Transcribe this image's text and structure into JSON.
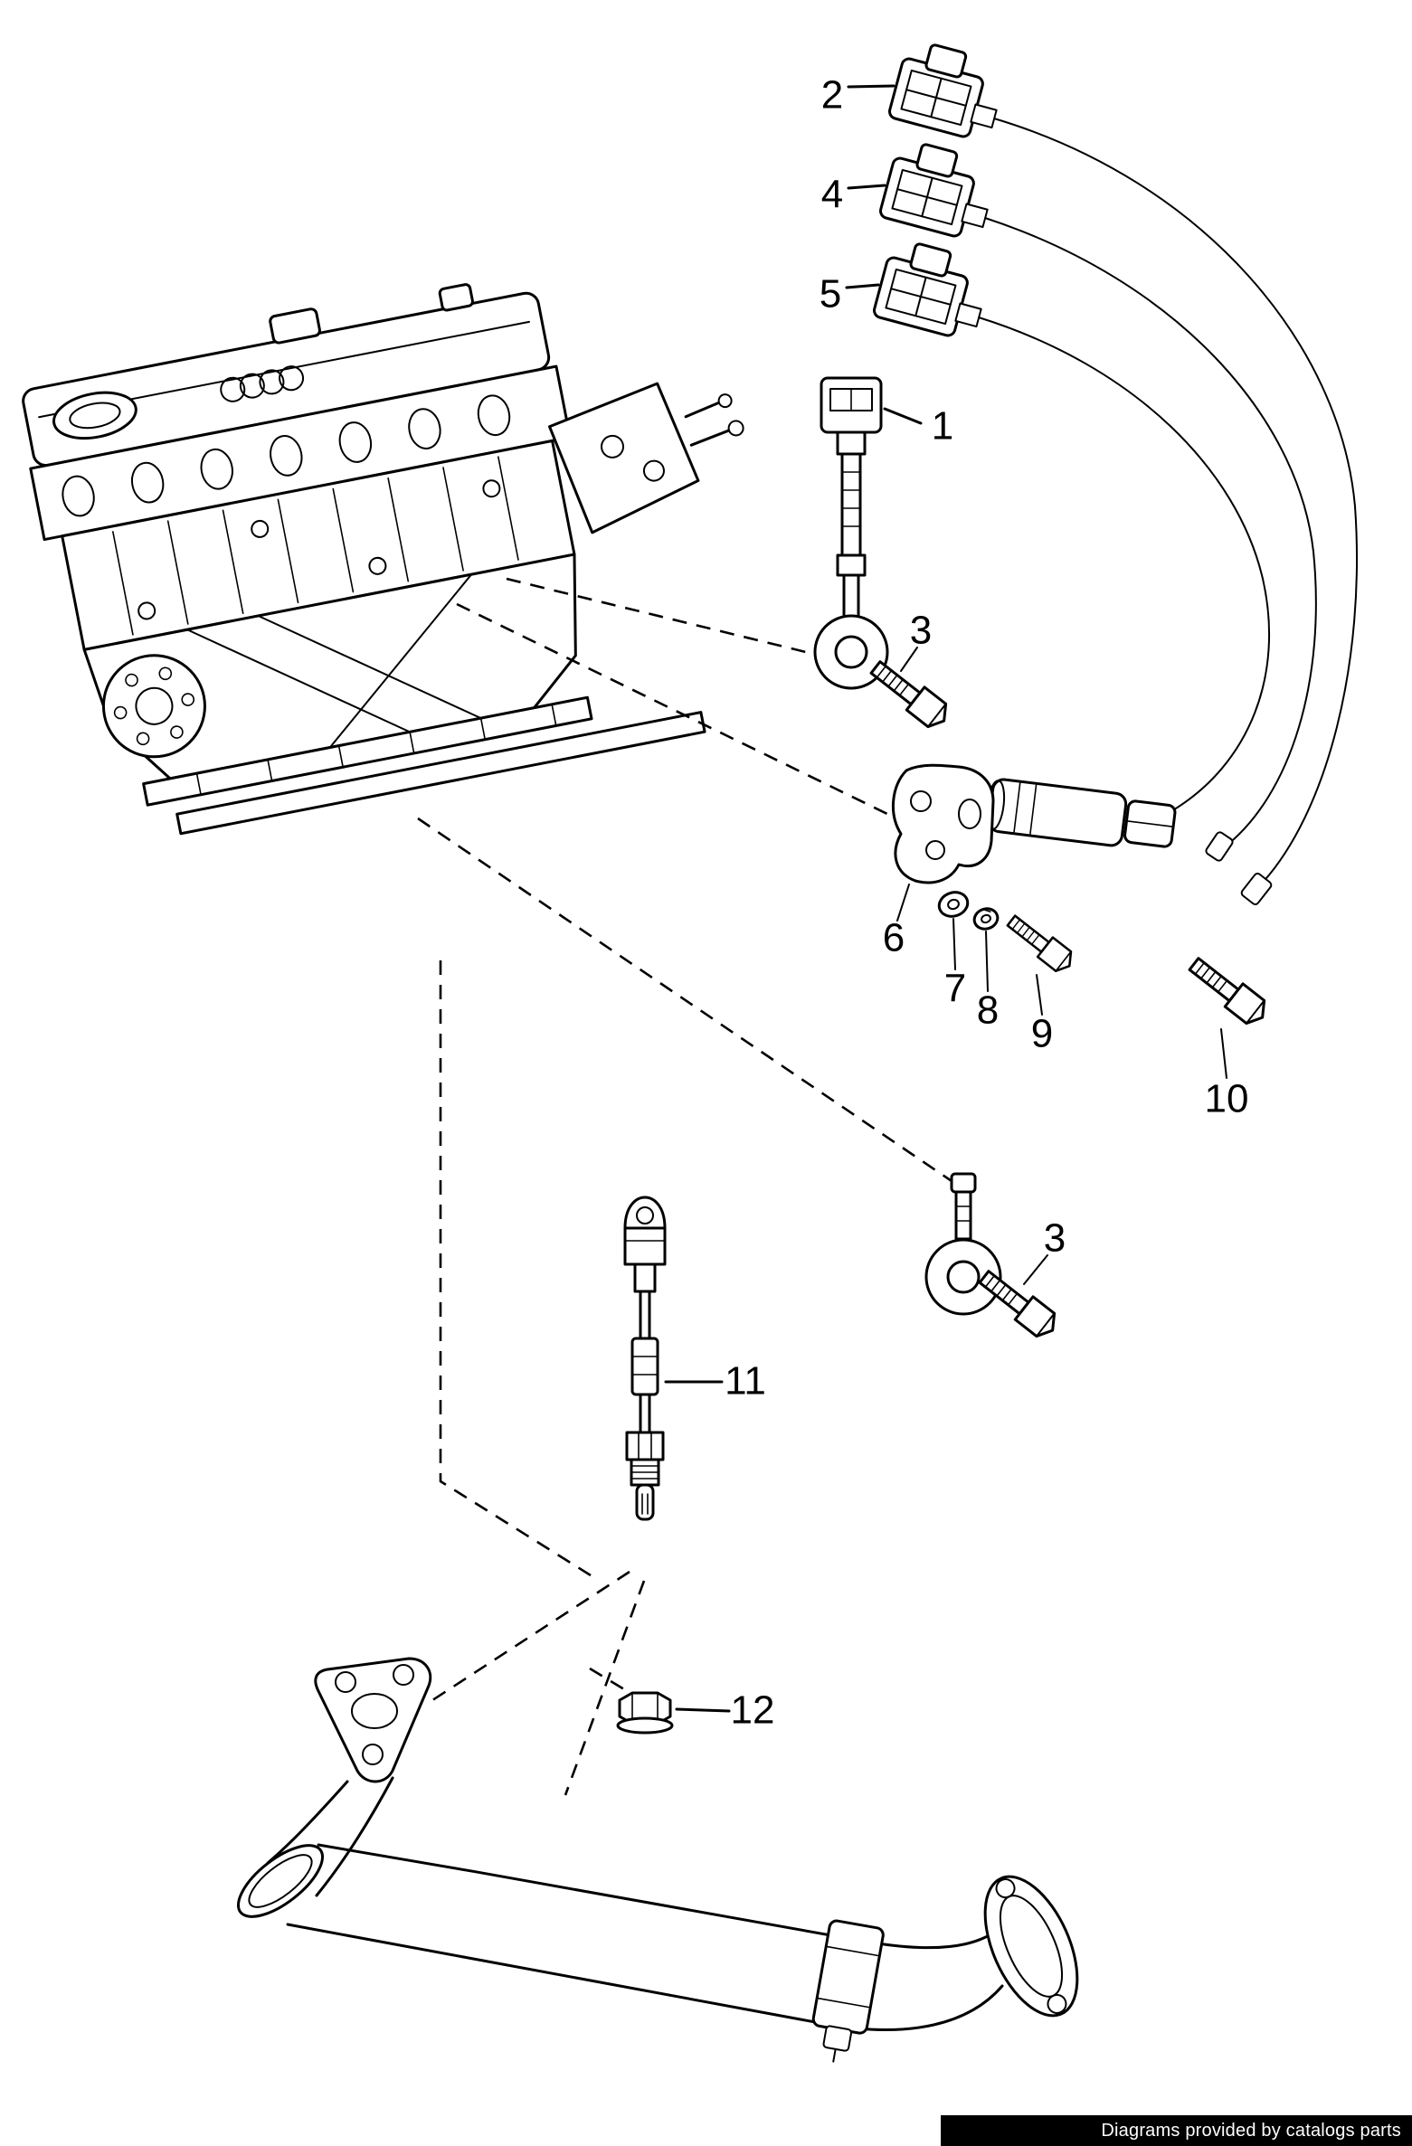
{
  "colors": {
    "ink": "#000000",
    "paper": "#ffffff",
    "watermark_bg": "#000000",
    "watermark_fg": "#ffffff"
  },
  "watermark": {
    "text": "Diagrams provided by catalogs parts"
  },
  "callouts": {
    "c1": "1",
    "c2": "2",
    "c3a": "3",
    "c3b": "3",
    "c4": "4",
    "c5": "5",
    "c6": "6",
    "c7": "7",
    "c8": "8",
    "c9": "9",
    "c10": "10",
    "c11": "11",
    "c12": "12"
  }
}
